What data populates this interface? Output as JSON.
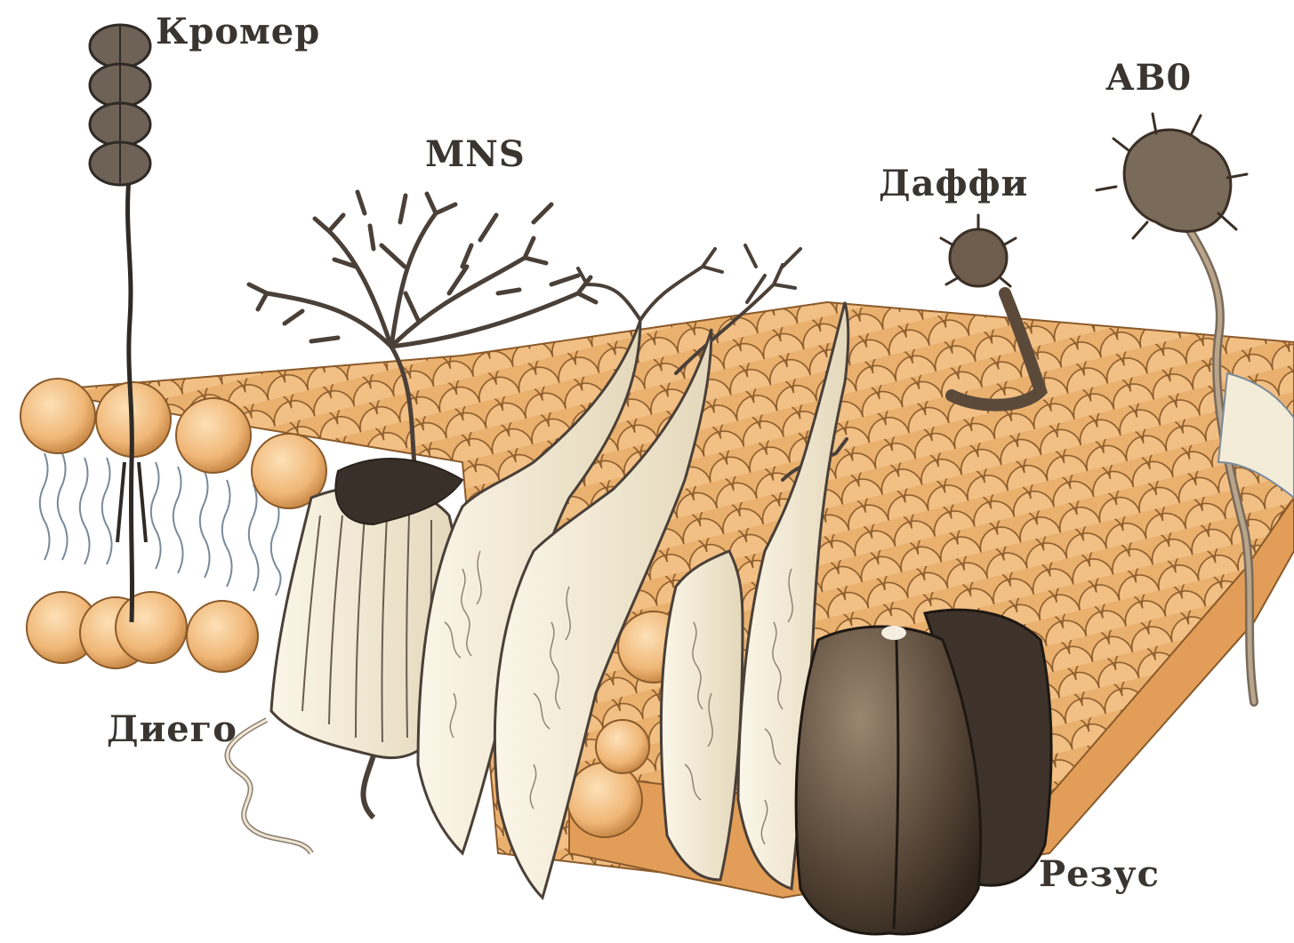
{
  "labels": {
    "kromer": "Кромер",
    "mns": "MNS",
    "duffy": "Даффи",
    "abo": "АВ0",
    "diego": "Диего",
    "rhesus": "Резус"
  },
  "colors": {
    "lipid_head": "#f0b777",
    "lipid_head_edge": "#8a5a2a",
    "membrane_surface": "#e6a866",
    "tail": "#7a8a9a",
    "protein_light": "#f3ecd9",
    "protein_dark": "#5b4a3a",
    "sugar": "#4a4038"
  }
}
